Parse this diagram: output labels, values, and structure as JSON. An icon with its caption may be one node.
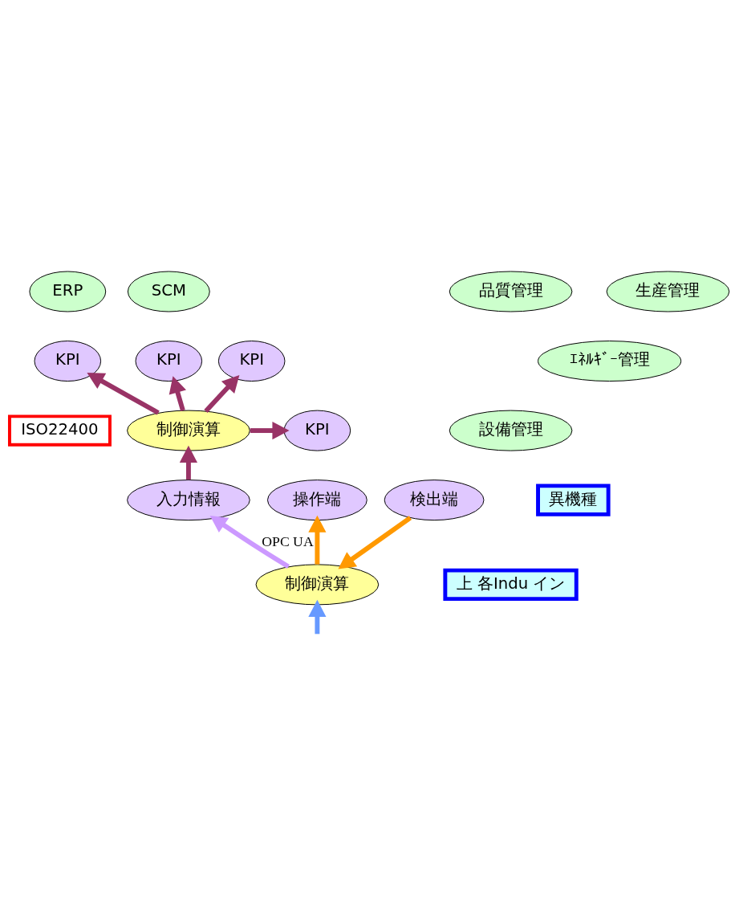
{
  "diagram": {
    "nodes": [
      {
        "text": [
          "ERP"
        ]
      },
      {
        "text": [
          "SCM"
        ]
      },
      {
        "text": [
          "生産管理"
        ]
      },
      {
        "text": [
          "KPI"
        ]
      },
      {
        "text": [
          "KPI"
        ]
      },
      {
        "text": [
          "KPI"
        ]
      },
      {
        "text": [
          "品質管理"
        ]
      },
      {
        "text": [
          "ISO22400"
        ]
      },
      {
        "text": [
          "制御演算"
        ]
      },
      {
        "text": [
          "KPI"
        ]
      },
      {
        "text": [
          "ｴﾈﾙｷﾞｰ管理"
        ]
      },
      {
        "text": [
          "設備管理"
        ]
      },
      {
        "text": [
          "入力情報"
        ]
      },
      {
        "text": [
          "制御演算"
        ]
      },
      {
        "text": [
          "検出端"
        ]
      },
      {
        "text": [
          "操作端"
        ]
      },
      {
        "text": [
          "上 各Indu イン"
        ]
      },
      {
        "text": [
          "異機種"
        ]
      }
    ],
    "edges": [
      {
        "from": 8,
        "to": 3,
        "arrow": "to"
      },
      {
        "from": 8,
        "to": 4,
        "arrow": "to"
      },
      {
        "from": 8,
        "to": 5,
        "arrow": "to"
      },
      {
        "from": 8,
        "to": 9,
        "arrow": "to"
      },
      {
        "from": 12,
        "to": 8,
        "arrow": "to"
      },
      {
        "from": 13,
        "to": 12,
        "arrow": "to",
        "label": "OPC UA",
        "color": "#cc99ff"
      },
      {
        "from": 14,
        "to": 13,
        "arrow": "to",
        "color": "#ff9900"
      },
      {
        "from": 13,
        "to": 15,
        "arrow": "to",
        "color": "#ff9900"
      },
      {
        "from": null,
        "to": 13,
        "arrow": "to",
        "color": "#6699ff"
      }
    ]
  }
}
